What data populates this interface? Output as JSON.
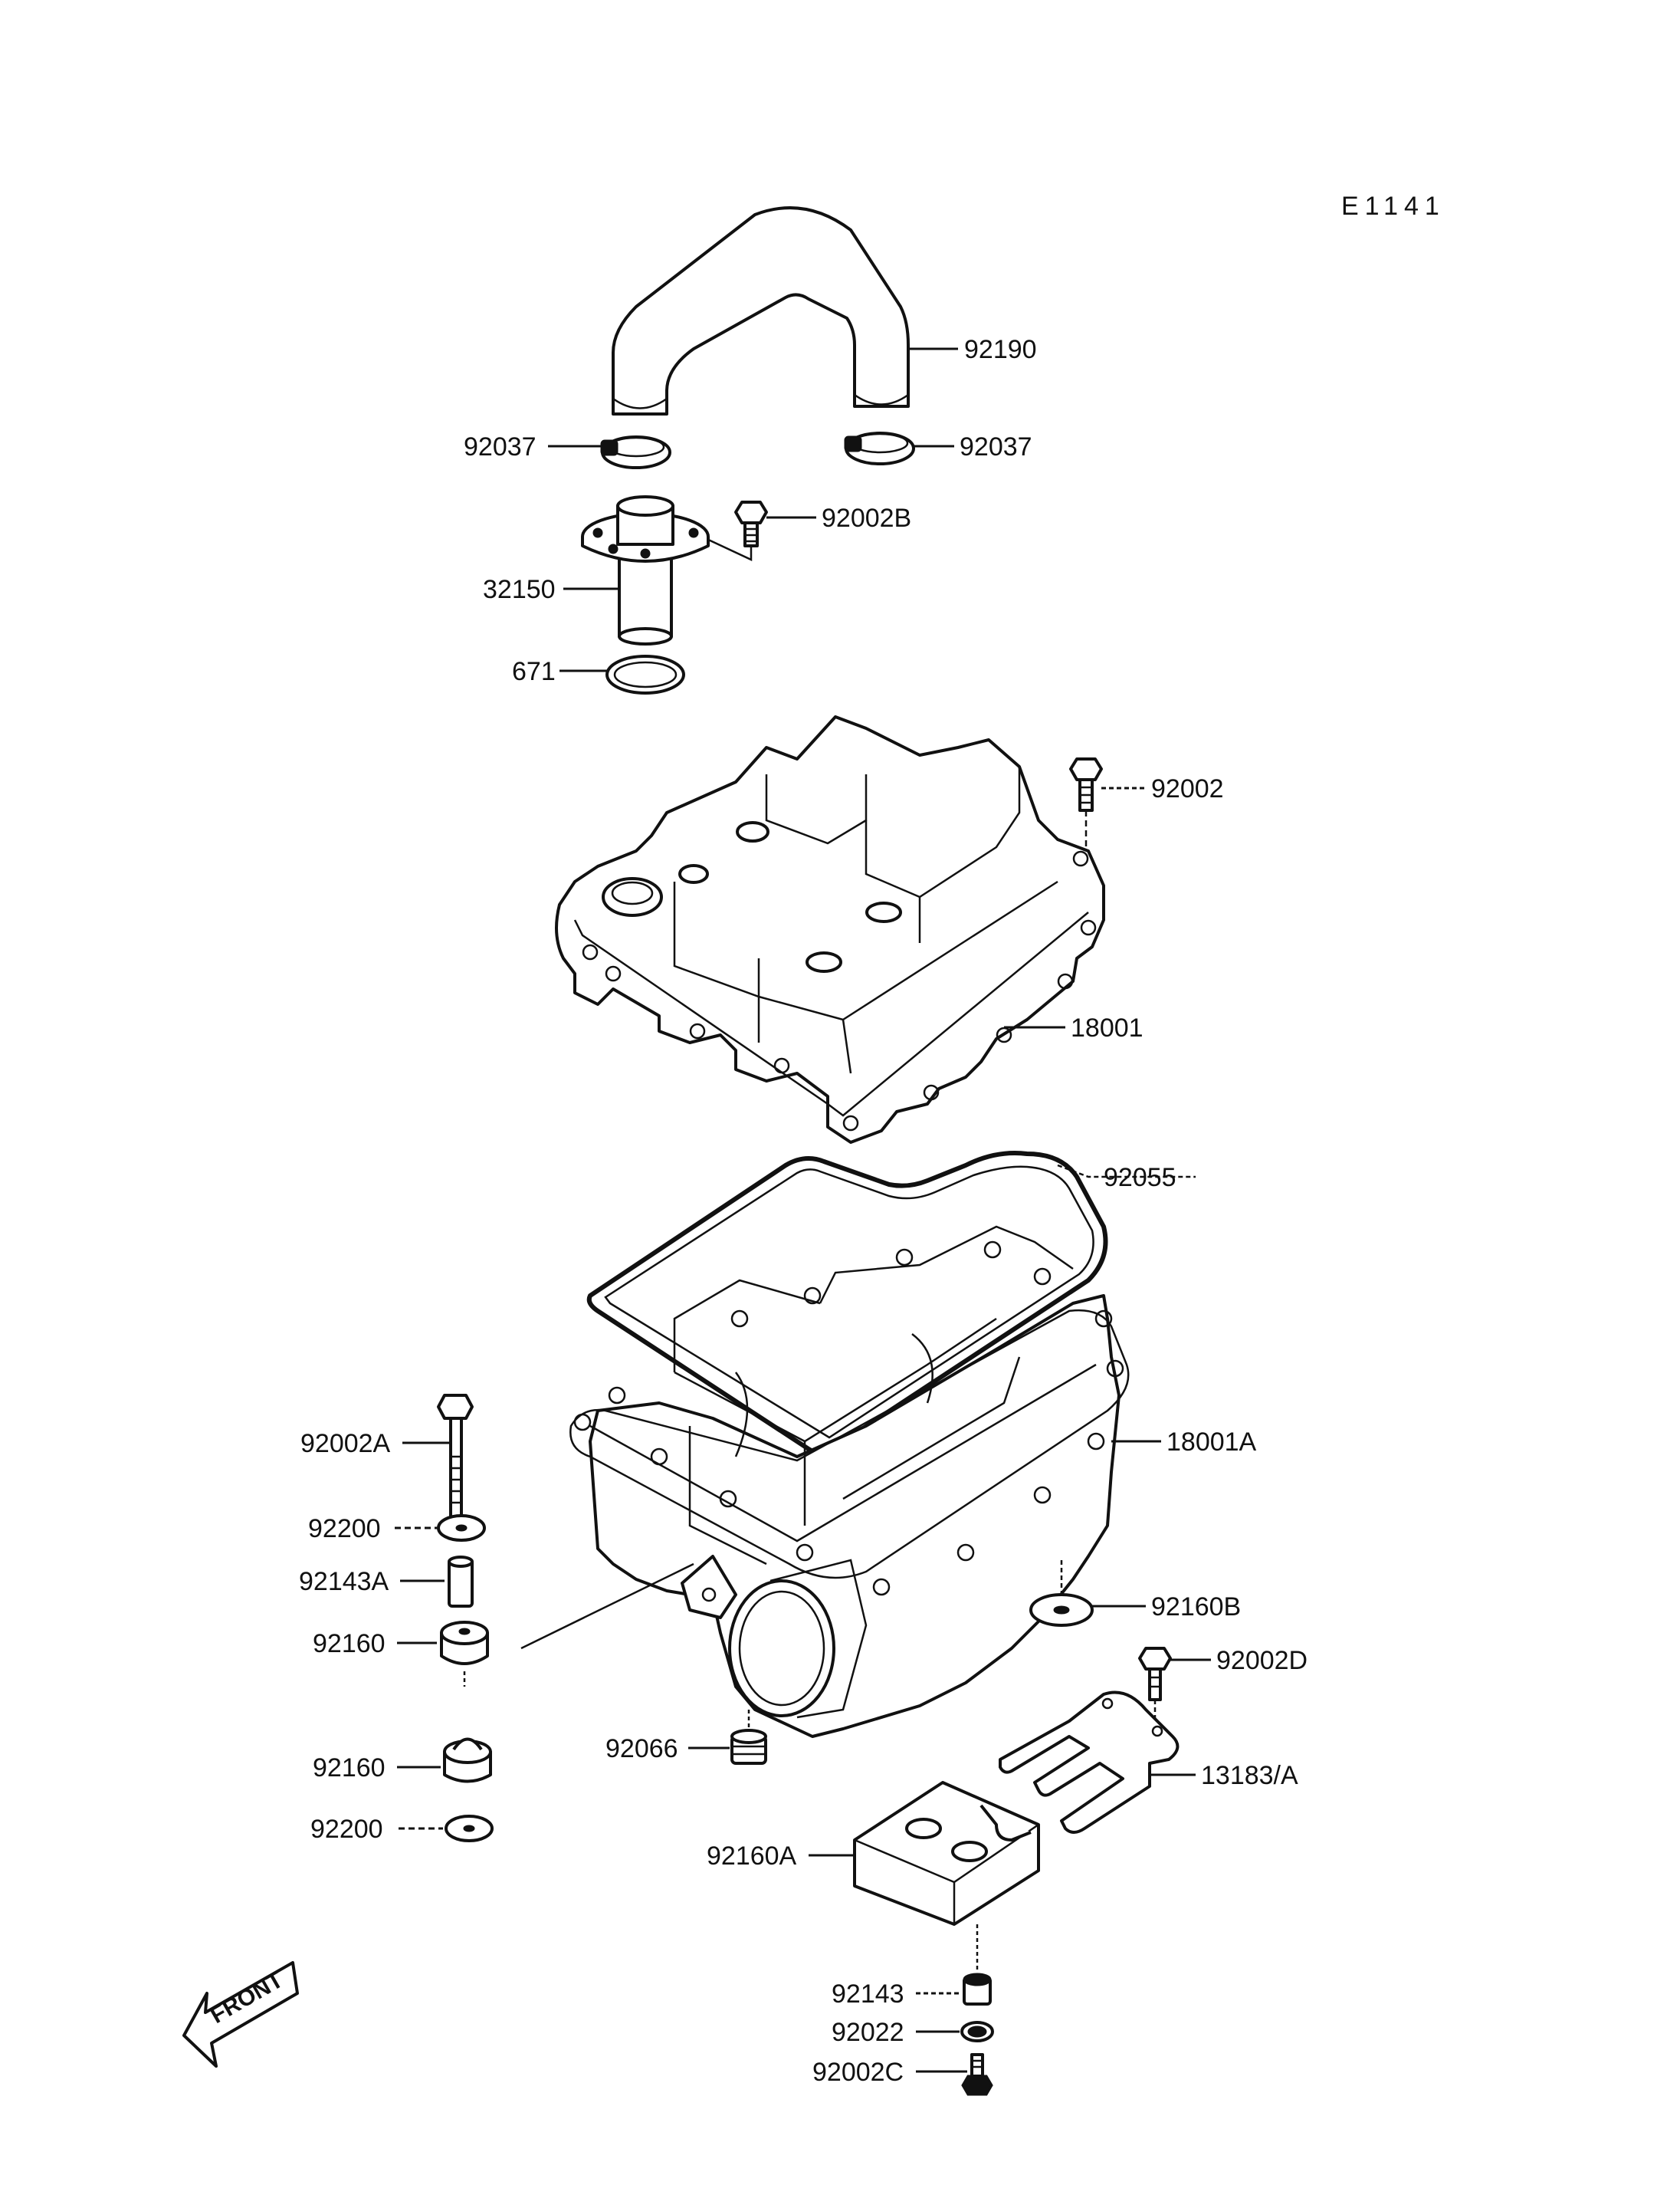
{
  "diagram_id": "E1141",
  "front_label": "FRONT",
  "parts": [
    {
      "id": "p92190",
      "label": "92190"
    },
    {
      "id": "p92037L",
      "label": "92037"
    },
    {
      "id": "p92037R",
      "label": "92037"
    },
    {
      "id": "p92002B",
      "label": "92002B"
    },
    {
      "id": "p32150",
      "label": "32150"
    },
    {
      "id": "p671",
      "label": "671"
    },
    {
      "id": "p92002",
      "label": "92002"
    },
    {
      "id": "p18001",
      "label": "18001"
    },
    {
      "id": "p92055",
      "label": "92055"
    },
    {
      "id": "p92002A",
      "label": "92002A"
    },
    {
      "id": "p18001A",
      "label": "18001A"
    },
    {
      "id": "p92200a",
      "label": "92200"
    },
    {
      "id": "p92143A",
      "label": "92143A"
    },
    {
      "id": "p92160a",
      "label": "92160"
    },
    {
      "id": "p92160B",
      "label": "92160B"
    },
    {
      "id": "p92002D",
      "label": "92002D"
    },
    {
      "id": "p92066",
      "label": "92066"
    },
    {
      "id": "p13183A",
      "label": "13183/A"
    },
    {
      "id": "p92160b",
      "label": "92160"
    },
    {
      "id": "p92200b",
      "label": "92200"
    },
    {
      "id": "p92160A",
      "label": "92160A"
    },
    {
      "id": "p92143",
      "label": "92143"
    },
    {
      "id": "p92022",
      "label": "92022"
    },
    {
      "id": "p92002C",
      "label": "92002C"
    }
  ]
}
